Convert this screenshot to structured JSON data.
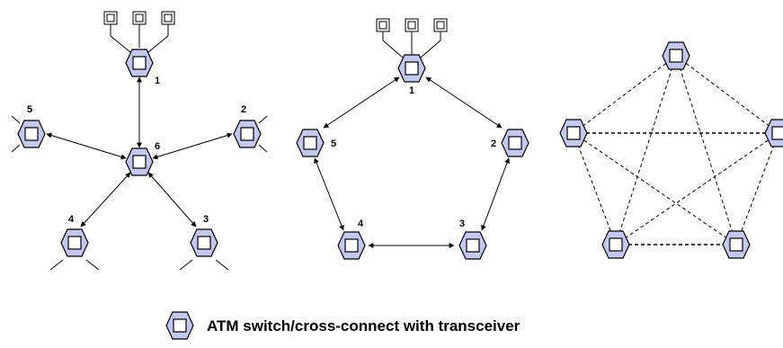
{
  "colors": {
    "node_fill": "#c4c8ee",
    "stroke": "#000000"
  },
  "diagrams": {
    "star": {
      "node_labels": [
        "1",
        "2",
        "3",
        "4",
        "5",
        "6"
      ]
    },
    "ring": {
      "node_labels": [
        "1",
        "2",
        "3",
        "4",
        "5"
      ]
    },
    "mesh": {
      "node_labels": []
    }
  },
  "legend": {
    "icon": "atm-switch-icon",
    "text": "ATM switch/cross-connect with transceiver"
  }
}
